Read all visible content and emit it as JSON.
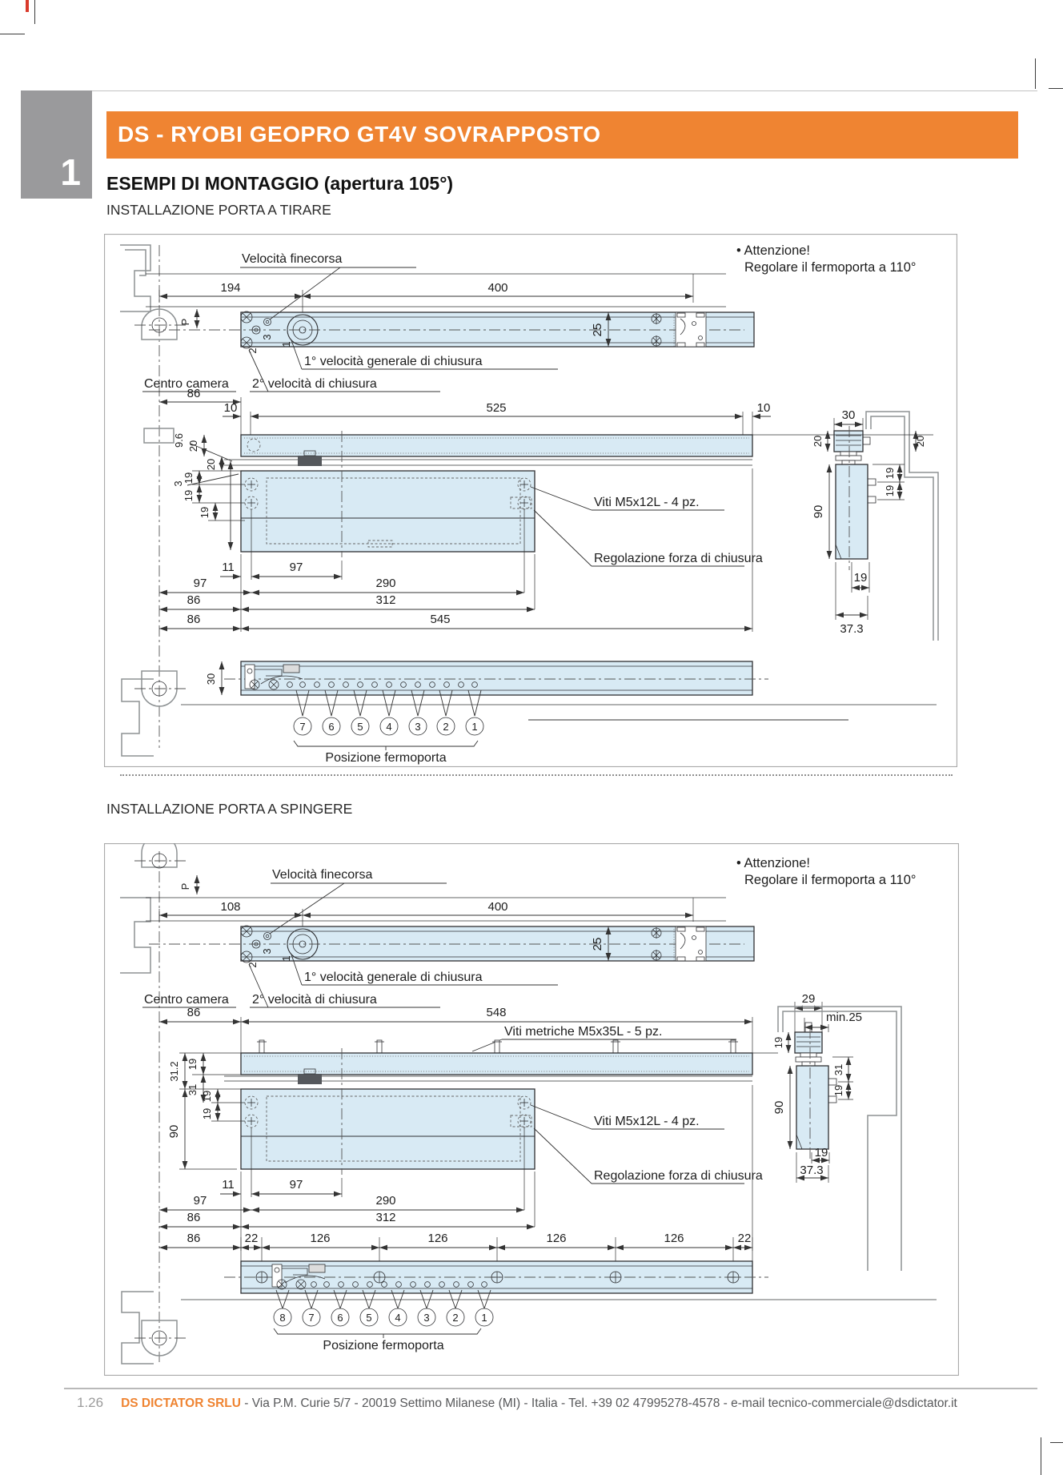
{
  "page": {
    "tab_number": "1",
    "header_title": "DS - RYOBI GEOPRO GT4V SOVRAPPOSTO",
    "section_title": "ESEMPI DI MONTAGGIO (apertura 105°)"
  },
  "colors": {
    "accent_orange": "#ef8432",
    "tab_gray": "#9a9a9c",
    "rail_blue": "#d8eaf4"
  },
  "pull": {
    "title": "INSTALLAZIONE PORTA A TIRARE",
    "attention1": "• Attenzione!",
    "attention2": "Regolare il fermoporta a 110°",
    "labels": {
      "finecorsa": "Velocità finecorsa",
      "vel1": "1° velocità generale di chiusura",
      "vel2": "2° velocità di chiusura",
      "centro": "Centro camera",
      "viti12": "Viti M5x12L - 4 pz.",
      "regolazione": "Regolazione forza di chiusura",
      "posizione": "Posizione fermoporta"
    },
    "nums": {
      "d194": "194",
      "d400": "400",
      "p": "P",
      "d25": "25",
      "v3": "3",
      "v2": "2",
      "v1": "1",
      "d86": "86",
      "d10a": "10",
      "d525": "525",
      "d10b": "10",
      "d96": "9.6",
      "d20a": "20",
      "d20b": "20",
      "d3": "3",
      "d19a": "19",
      "d19b": "19",
      "d19c": "19",
      "d11": "11",
      "d97a": "97",
      "d290": "290",
      "d97b": "97",
      "d86b": "86",
      "d312": "312",
      "d86c": "86",
      "d545": "545",
      "d30b": "30",
      "s30": "30",
      "s20a": "20",
      "s20b": "20",
      "s19a": "19",
      "s19b": "19",
      "s90": "90",
      "s19c": "19",
      "s373": "37.3"
    },
    "stops": [
      "7",
      "6",
      "5",
      "4",
      "3",
      "2",
      "1"
    ]
  },
  "push": {
    "title": "INSTALLAZIONE PORTA A SPINGERE",
    "attention1": "• Attenzione!",
    "attention2": "Regolare il fermoporta a 110°",
    "labels": {
      "finecorsa": "Velocità finecorsa",
      "vel1": "1° velocità generale di chiusura",
      "vel2": "2° velocità di chiusura",
      "centro": "Centro camera",
      "viti35": "Viti metriche M5x35L - 5 pz.",
      "viti12": "Viti M5x12L - 4 pz.",
      "regolazione": "Regolazione forza di chiusura",
      "posizione": "Posizione fermoporta"
    },
    "nums": {
      "d108": "108",
      "d400": "400",
      "p": "P",
      "d25": "25",
      "v3": "3",
      "v2": "2",
      "v1": "1",
      "d86": "86",
      "d548": "548",
      "d312dec": "31.2",
      "d19a": "19",
      "d31": "31",
      "d19b": "19",
      "d19c": "19",
      "d90": "90",
      "d11": "11",
      "d97a": "97",
      "d290": "290",
      "d97b": "97",
      "d86b": "86",
      "d312": "312",
      "d86c": "86",
      "d22a": "22",
      "d126a": "126",
      "d126b": "126",
      "d126c": "126",
      "d126d": "126",
      "d22b": "22",
      "s29": "29",
      "smin25": "min.25",
      "s19l": "19",
      "s31": "31",
      "s19r": "19",
      "s90": "90",
      "s19c": "19",
      "s373": "37.3"
    },
    "stops": [
      "8",
      "7",
      "6",
      "5",
      "4",
      "3",
      "2",
      "1"
    ]
  },
  "footer": {
    "page_number": "1.26",
    "brand": "DS DICTATOR SRLU",
    "contact": "- Via P.M. Curie 5/7 - 20019 Settimo Milanese (MI) - Italia - Tel. +39 02 47995278-4578 - e-mail tecnico-commerciale@dsdictator.it"
  }
}
